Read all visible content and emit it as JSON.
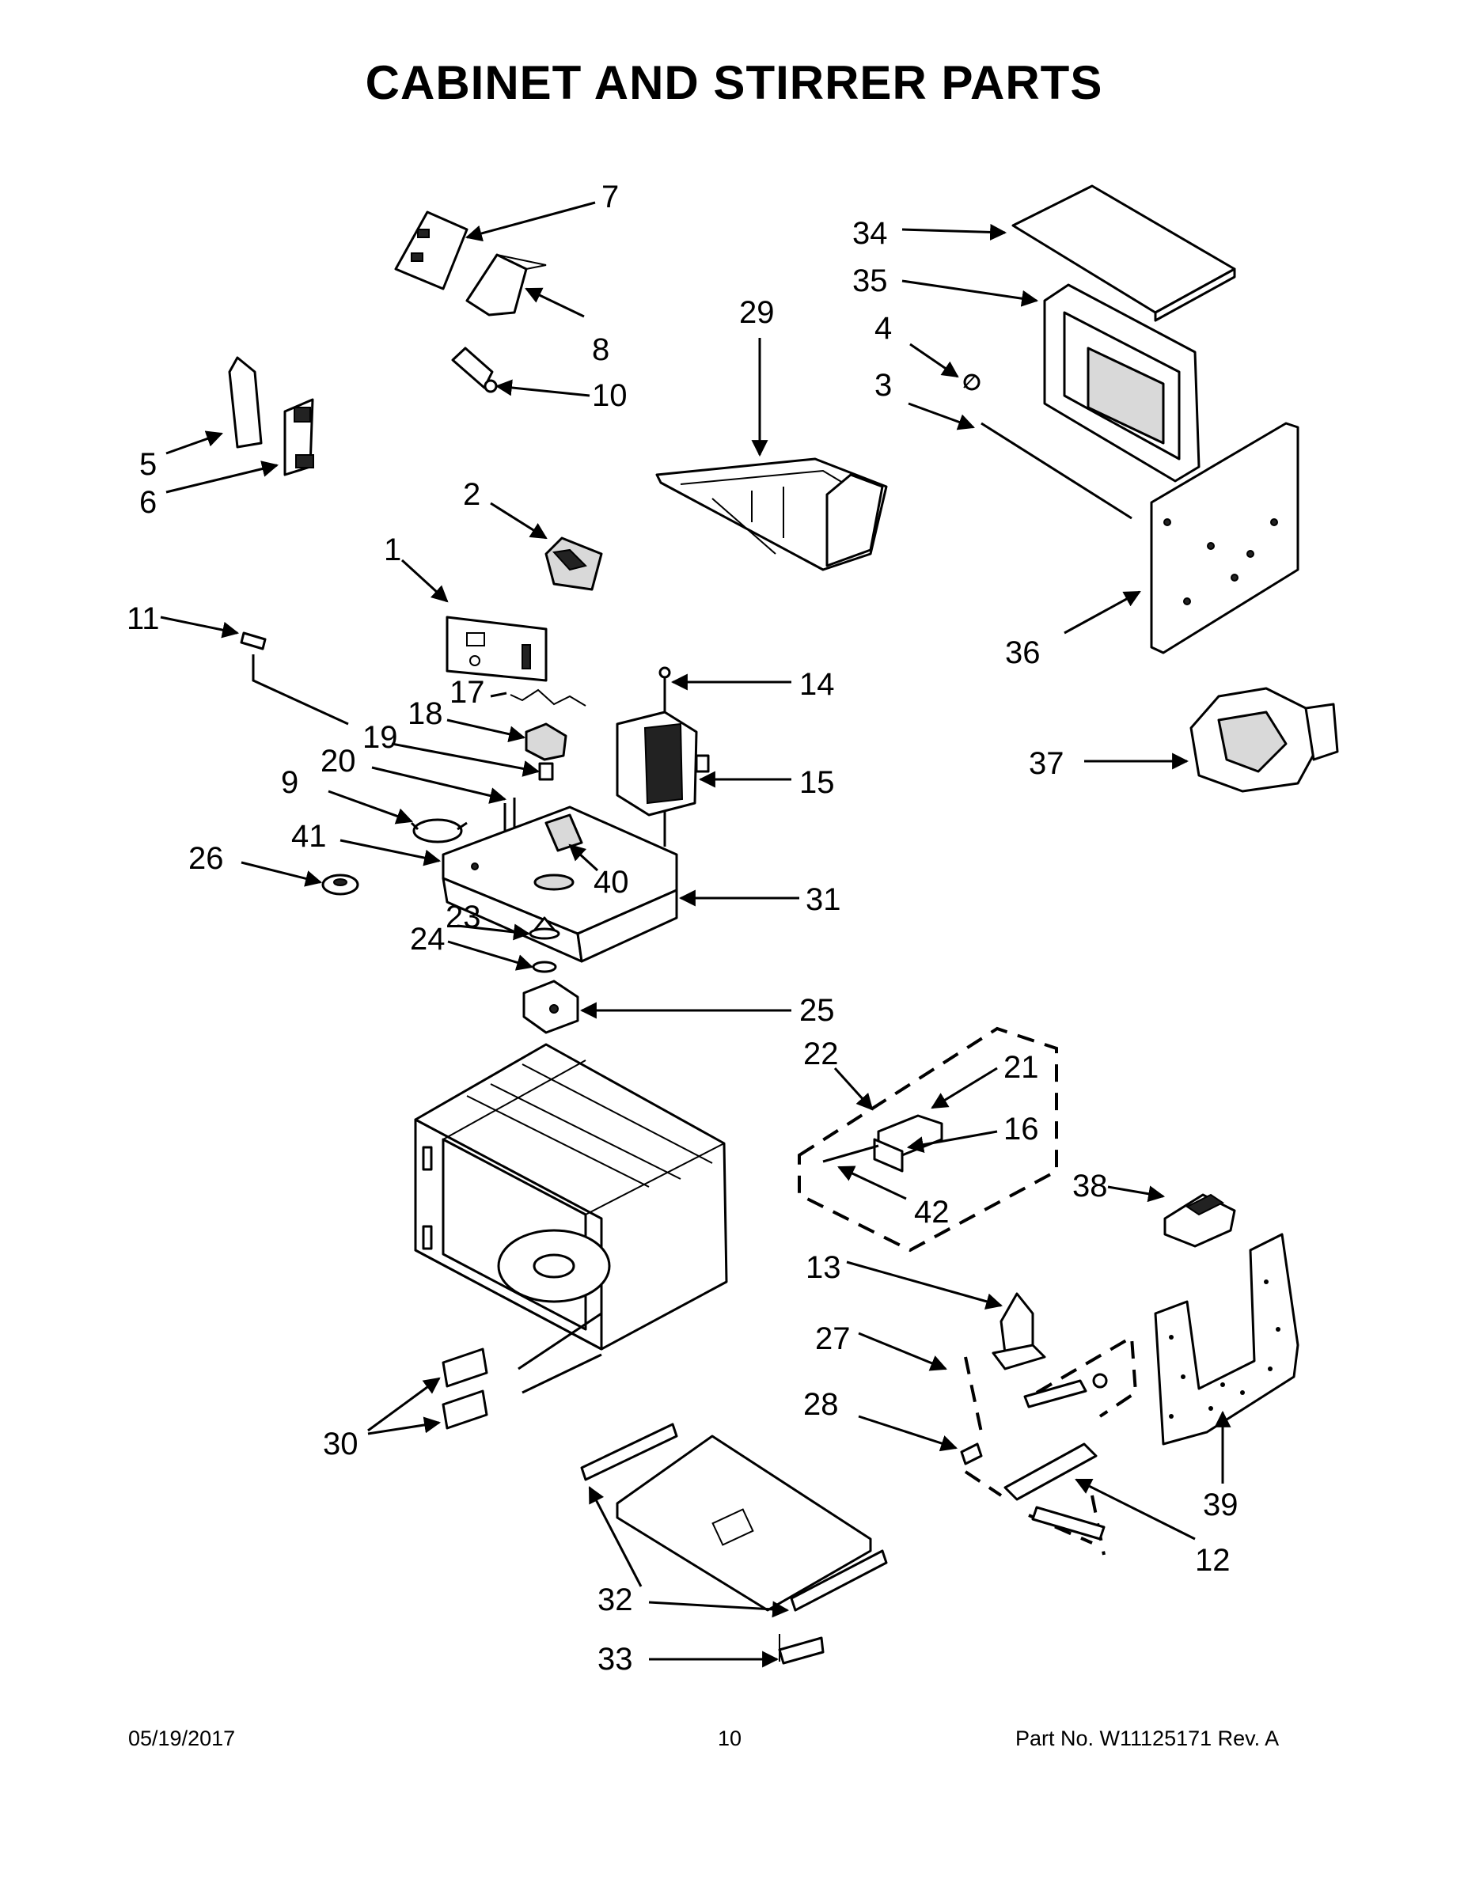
{
  "title": "CABINET AND STIRRER PARTS",
  "callouts": [
    "1",
    "2",
    "3",
    "4",
    "5",
    "6",
    "7",
    "8",
    "9",
    "10",
    "11",
    "12",
    "13",
    "14",
    "15",
    "16",
    "17",
    "18",
    "19",
    "20",
    "21",
    "22",
    "23",
    "24",
    "25",
    "26",
    "27",
    "28",
    "29",
    "30",
    "31",
    "32",
    "33",
    "34",
    "35",
    "36",
    "37",
    "38",
    "39",
    "40",
    "41",
    "42"
  ],
  "footer": {
    "date": "05/19/2017",
    "page": "10",
    "part_no": "Part No.  W11125171  Rev.  A"
  }
}
